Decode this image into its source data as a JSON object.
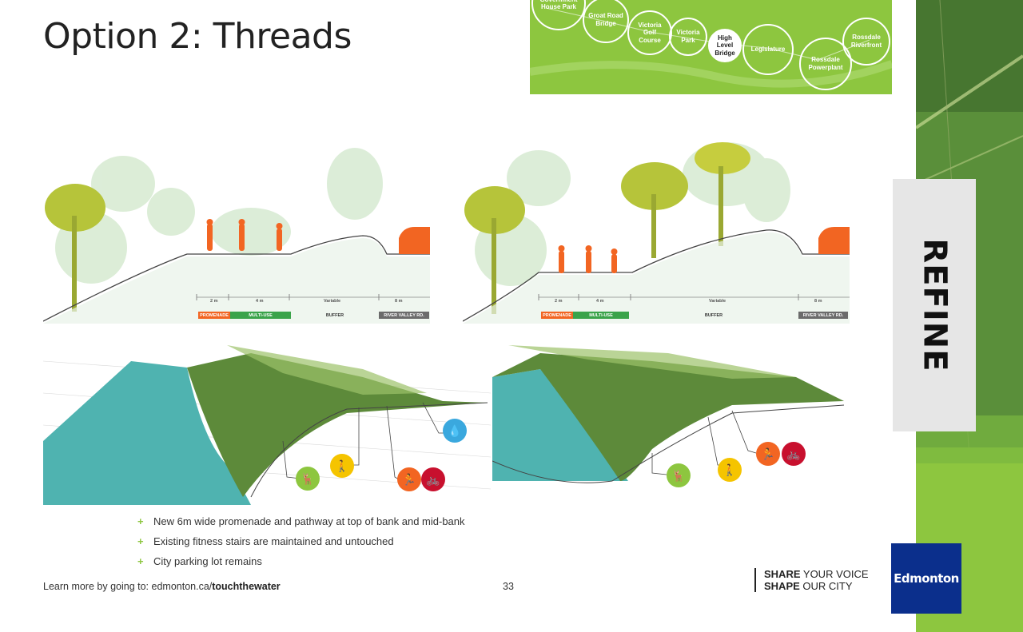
{
  "page": {
    "title": "Option 2: Threads",
    "page_number": "33",
    "footer_prefix": "Learn more by going to: edmonton.ca/",
    "footer_link": "touchthewater",
    "share_line1_bold": "SHARE",
    "share_line1_rest": " YOUR VOICE",
    "share_line2_bold": "SHAPE",
    "share_line2_rest": " OUR CITY",
    "logo_text": "Edmonton",
    "side_label": "REFINE"
  },
  "map": {
    "nodes": [
      {
        "label": "Government House Park",
        "active": false
      },
      {
        "label": "Groat Road Bridge",
        "active": false
      },
      {
        "label": "Victoria Golf Course",
        "active": false
      },
      {
        "label": "Victoria Park",
        "active": false
      },
      {
        "label": "High Level Bridge",
        "active": true
      },
      {
        "label": "Legislature",
        "active": false
      },
      {
        "label": "Rossdale Powerplant",
        "active": false
      },
      {
        "label": "Rossdale Riverfront",
        "active": false
      }
    ]
  },
  "section_left": {
    "dims": [
      "2 m",
      "4 m",
      "Variable",
      "8 m"
    ],
    "bars": [
      "PROMENADE",
      "MULTI-USE",
      "BUFFER",
      "RIVER VALLEY RD."
    ]
  },
  "section_right": {
    "dims": [
      "2 m",
      "4 m",
      "Variable",
      "8 m"
    ],
    "bars": [
      "PROMENADE",
      "MULTI-USE",
      "BUFFER",
      "RIVER VALLEY RD."
    ]
  },
  "bullets": [
    "New 6m wide promenade and pathway at top of bank and mid-bank",
    "Existing fitness stairs are maintained and untouched",
    "City parking lot remains"
  ],
  "colors": {
    "promenade": "#f26522",
    "multi_use": "#3aa34a",
    "road": "#6b6b6b",
    "accent_green": "#8dc63f",
    "water": "#4fb3b0",
    "brand_blue": "#0b2f8c"
  }
}
